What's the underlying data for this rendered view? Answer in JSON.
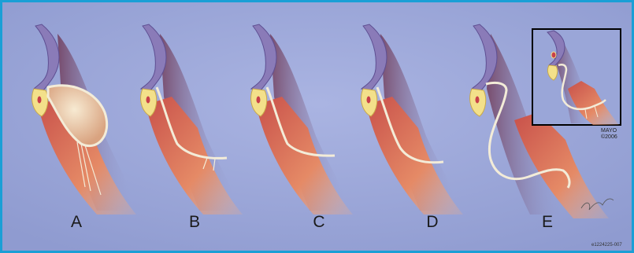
{
  "panels": [
    {
      "label": "A"
    },
    {
      "label": "B"
    },
    {
      "label": "C"
    },
    {
      "label": "D"
    },
    {
      "label": "E"
    }
  ],
  "copyright": {
    "line1": "MAYO",
    "line2": "©2006"
  },
  "figure_id": "e1224225-007",
  "colors": {
    "background": "#9aa6d8",
    "border": "#1a9fd6",
    "atrium": "#8a7bb8",
    "annulus": "#f3e08a",
    "myocardium": "#e0765a",
    "leaflet": "#f3ecd8",
    "cavity": "#b06070"
  }
}
